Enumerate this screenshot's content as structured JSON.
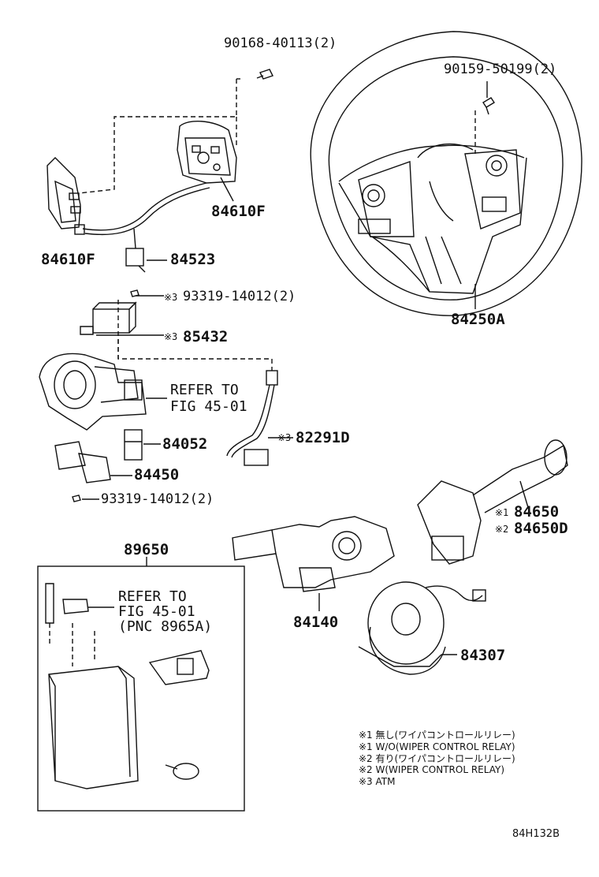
{
  "labels": {
    "p90168": "90168-40113(2)",
    "p90159": "90159-50199(2)",
    "p84610f_right": "84610F",
    "p84610f_left": "84610F",
    "p84523": "84523",
    "p84250a": "84250A",
    "m93319_top": "※3",
    "p93319_top": "93319-14012(2)",
    "m85432": "※3",
    "p85432": "85432",
    "refer1_line1": "REFER TO",
    "refer1_line2": "FIG 45-01",
    "p84052": "84052",
    "m82291": "※3",
    "p82291d": "82291D",
    "p84450": "84450",
    "p93319_bottom": "93319-14012(2)",
    "m84650": "※1",
    "p84650": "84650",
    "m84650d": "※2",
    "p84650d": "84650D",
    "p89650": "89650",
    "refer2_line1": "REFER TO",
    "refer2_line2": "FIG 45-01",
    "refer2_line3": "(PNC 8965A)",
    "p84140": "84140",
    "p84307": "84307"
  },
  "notes": [
    "※1 無し(ワイパコントロールリレー)",
    "※1 W/O(WIPER CONTROL RELAY)",
    "※2 有り(ワイパコントロールリレー)",
    "※2 W(WIPER CONTROL RELAY)",
    "※3 ATM"
  ],
  "diagram_code": "84H132B"
}
